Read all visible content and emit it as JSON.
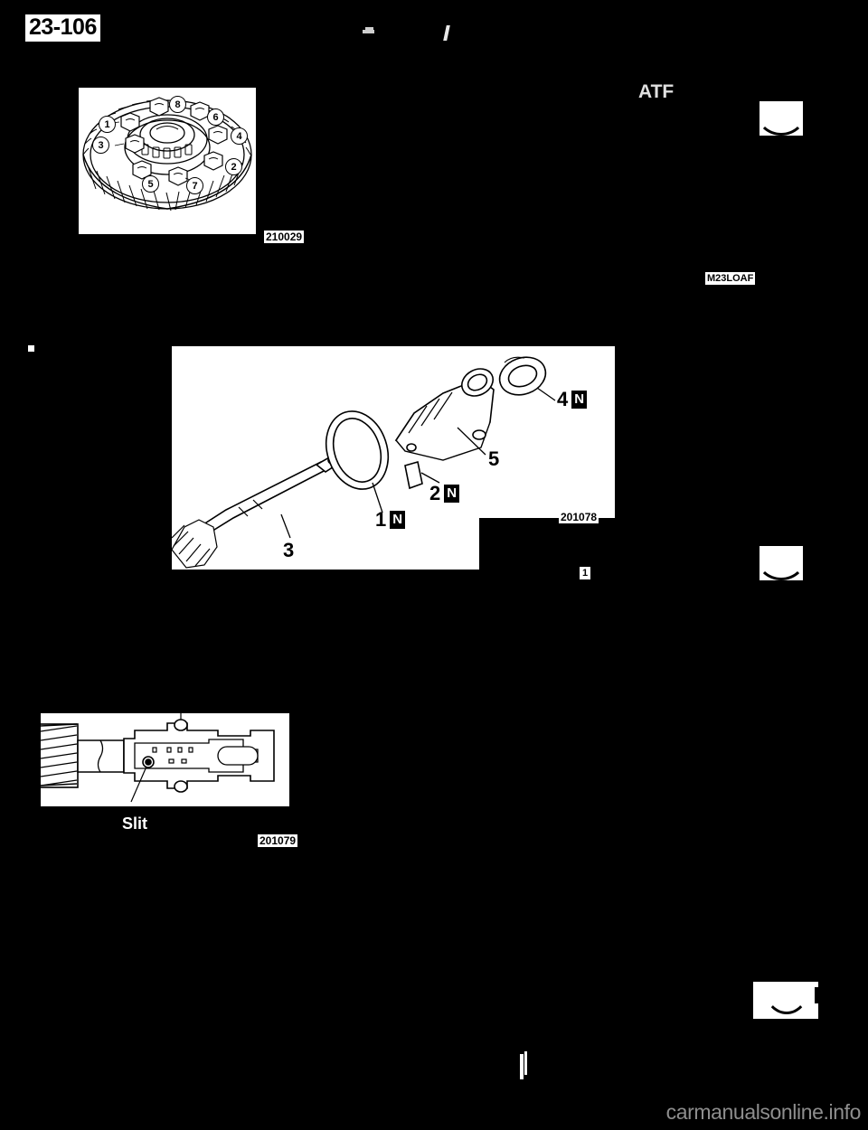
{
  "document": {
    "page_number": "23-106",
    "watermark": "carmanualsonline.info"
  },
  "header_fragments": {
    "dash": "",
    "slash": ""
  },
  "figures": [
    {
      "id": "ring-gear-tightening-sequence",
      "ref_code": "210029",
      "caption": "",
      "bolt_numbers": [
        "1",
        "2",
        "3",
        "4",
        "5",
        "6",
        "7",
        "8"
      ]
    },
    {
      "id": "speedometer-drive-gear-exploded",
      "ref_code": "201078",
      "parts": [
        {
          "number": "1",
          "new_part_mark": "N"
        },
        {
          "number": "2",
          "new_part_mark": "N"
        },
        {
          "number": "3",
          "new_part_mark": ""
        },
        {
          "number": "4",
          "new_part_mark": "N"
        },
        {
          "number": "5",
          "new_part_mark": ""
        }
      ]
    },
    {
      "id": "input-shaft-cross-section",
      "ref_code": "201079",
      "labels": [
        "Slit"
      ]
    }
  ],
  "text_fragments": {
    "atf": "ATF",
    "fig_code_right": "M23LOAF",
    "marker_1": "1"
  }
}
